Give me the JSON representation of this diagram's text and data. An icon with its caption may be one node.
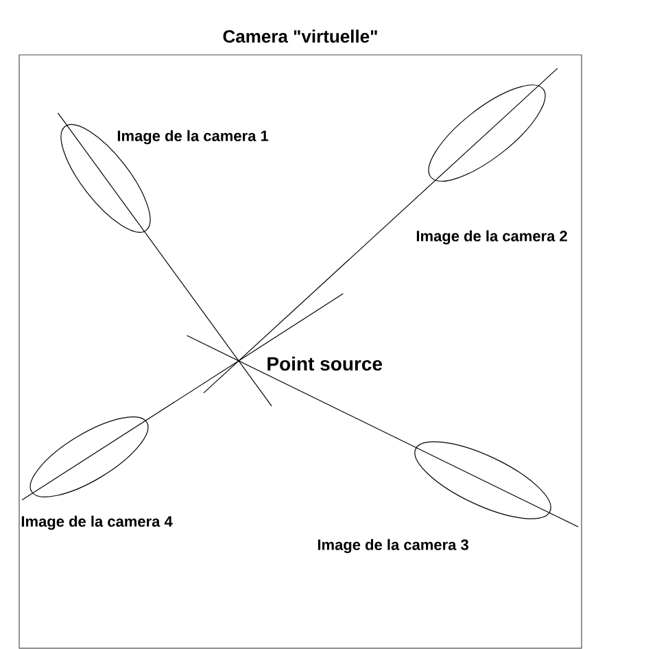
{
  "diagram": {
    "nodes": [
      {
        "text": [
          "Camera \"virtuelle\""
        ]
      },
      {
        "text": [],
        "shape": "ellipse",
        "in": 0,
        "beside": [
          "Image de la camera 1"
        ]
      },
      {
        "text": [],
        "shape": "ellipse",
        "in": 0,
        "beside": [
          "Image de la camera 2"
        ]
      },
      {
        "text": [],
        "shape": "ellipse",
        "in": 0,
        "beside": [
          "Image de la camera 3"
        ]
      },
      {
        "text": [],
        "shape": "ellipse",
        "in": 0,
        "beside": [
          "Image de la camera 4"
        ]
      },
      {
        "text": [],
        "shape": "point",
        "in": 0,
        "beside": [
          "Point source"
        ]
      }
    ],
    "edges": [
      {
        "from": 1,
        "to": 5,
        "arrow": "none"
      },
      {
        "from": 2,
        "to": 5,
        "arrow": "none"
      },
      {
        "from": 3,
        "to": 5,
        "arrow": "none"
      },
      {
        "from": 4,
        "to": 5,
        "arrow": "none"
      }
    ]
  }
}
